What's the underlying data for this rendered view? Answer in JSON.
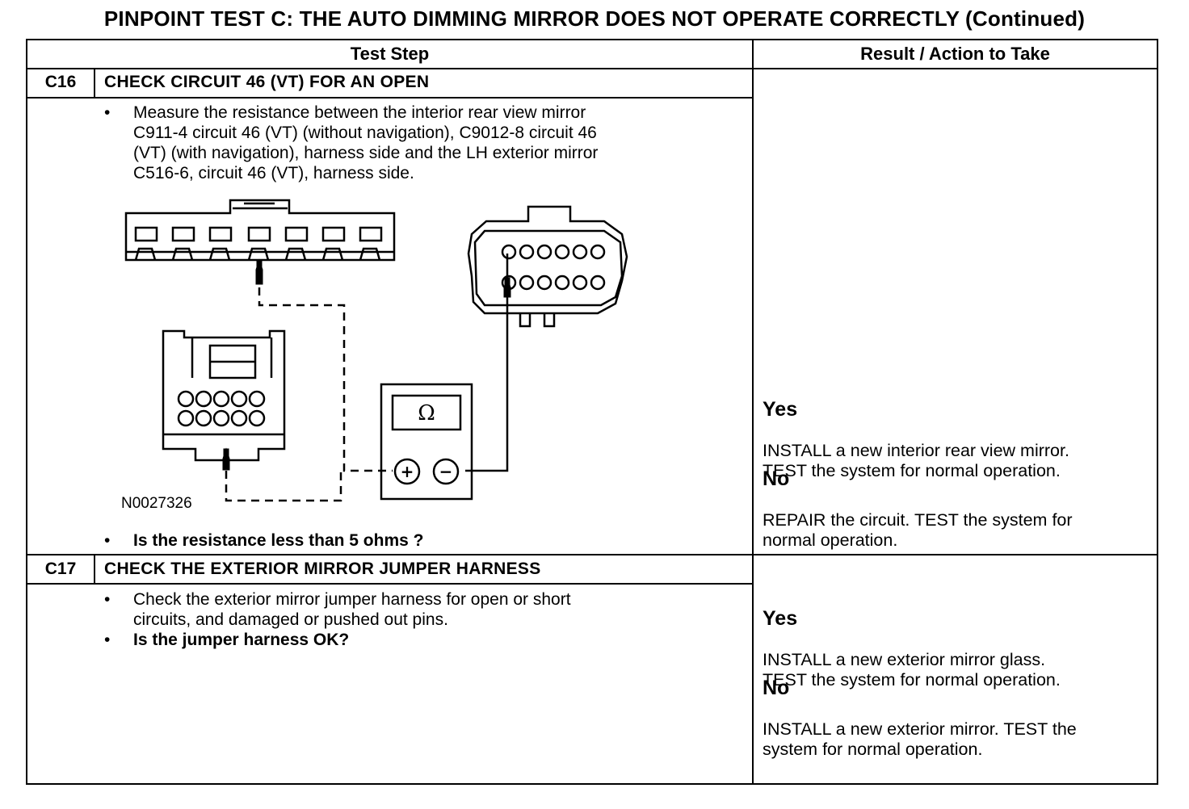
{
  "title": "PINPOINT TEST  C: THE AUTO DIMMING MIRROR DOES NOT OPERATE CORRECTLY (Continued)",
  "headers": {
    "test_step": "Test Step",
    "result": "Result / Action to Take"
  },
  "steps": [
    {
      "id": "C16",
      "title": "CHECK CIRCUIT 46 (VT) FOR AN OPEN",
      "bullet1": "Measure the resistance between the interior rear view mirror\nC911-4 circuit 46 (VT) (without navigation), C9012-8 circuit 46\n(VT) (with navigation), harness side and the LH exterior  mirror\nC516-6, circuit 46 (VT), harness side.",
      "figure_id": "N0027326",
      "question": "Is the resistance less than 5 ohms ?",
      "yes_label": "Yes",
      "yes_text": "INSTALL a new interior rear view mirror.\nTEST the system for normal operation.",
      "no_label": "No",
      "no_text": "REPAIR the circuit. TEST the system for\nnormal operation."
    },
    {
      "id": "C17",
      "title": "CHECK THE EXTERIOR MIRROR JUMPER HARNESS",
      "bullet1": "Check the exterior mirror jumper harness for open or short\ncircuits, and damaged or pushed out pins.",
      "question": "Is the jumper harness OK?",
      "yes_label": "Yes",
      "yes_text": "INSTALL a new exterior mirror glass.\nTEST the system for normal operation.",
      "no_label": "No",
      "no_text": "INSTALL a new exterior mirror. TEST the\nsystem for normal operation."
    }
  ],
  "bullet_glyph": "•",
  "meter": {
    "symbol": "Ω",
    "plus": "+",
    "minus": "−"
  },
  "icons": [
    "connector-c911-icon",
    "connector-c516-icon",
    "connector-c9012-icon",
    "ohmmeter-icon"
  ]
}
